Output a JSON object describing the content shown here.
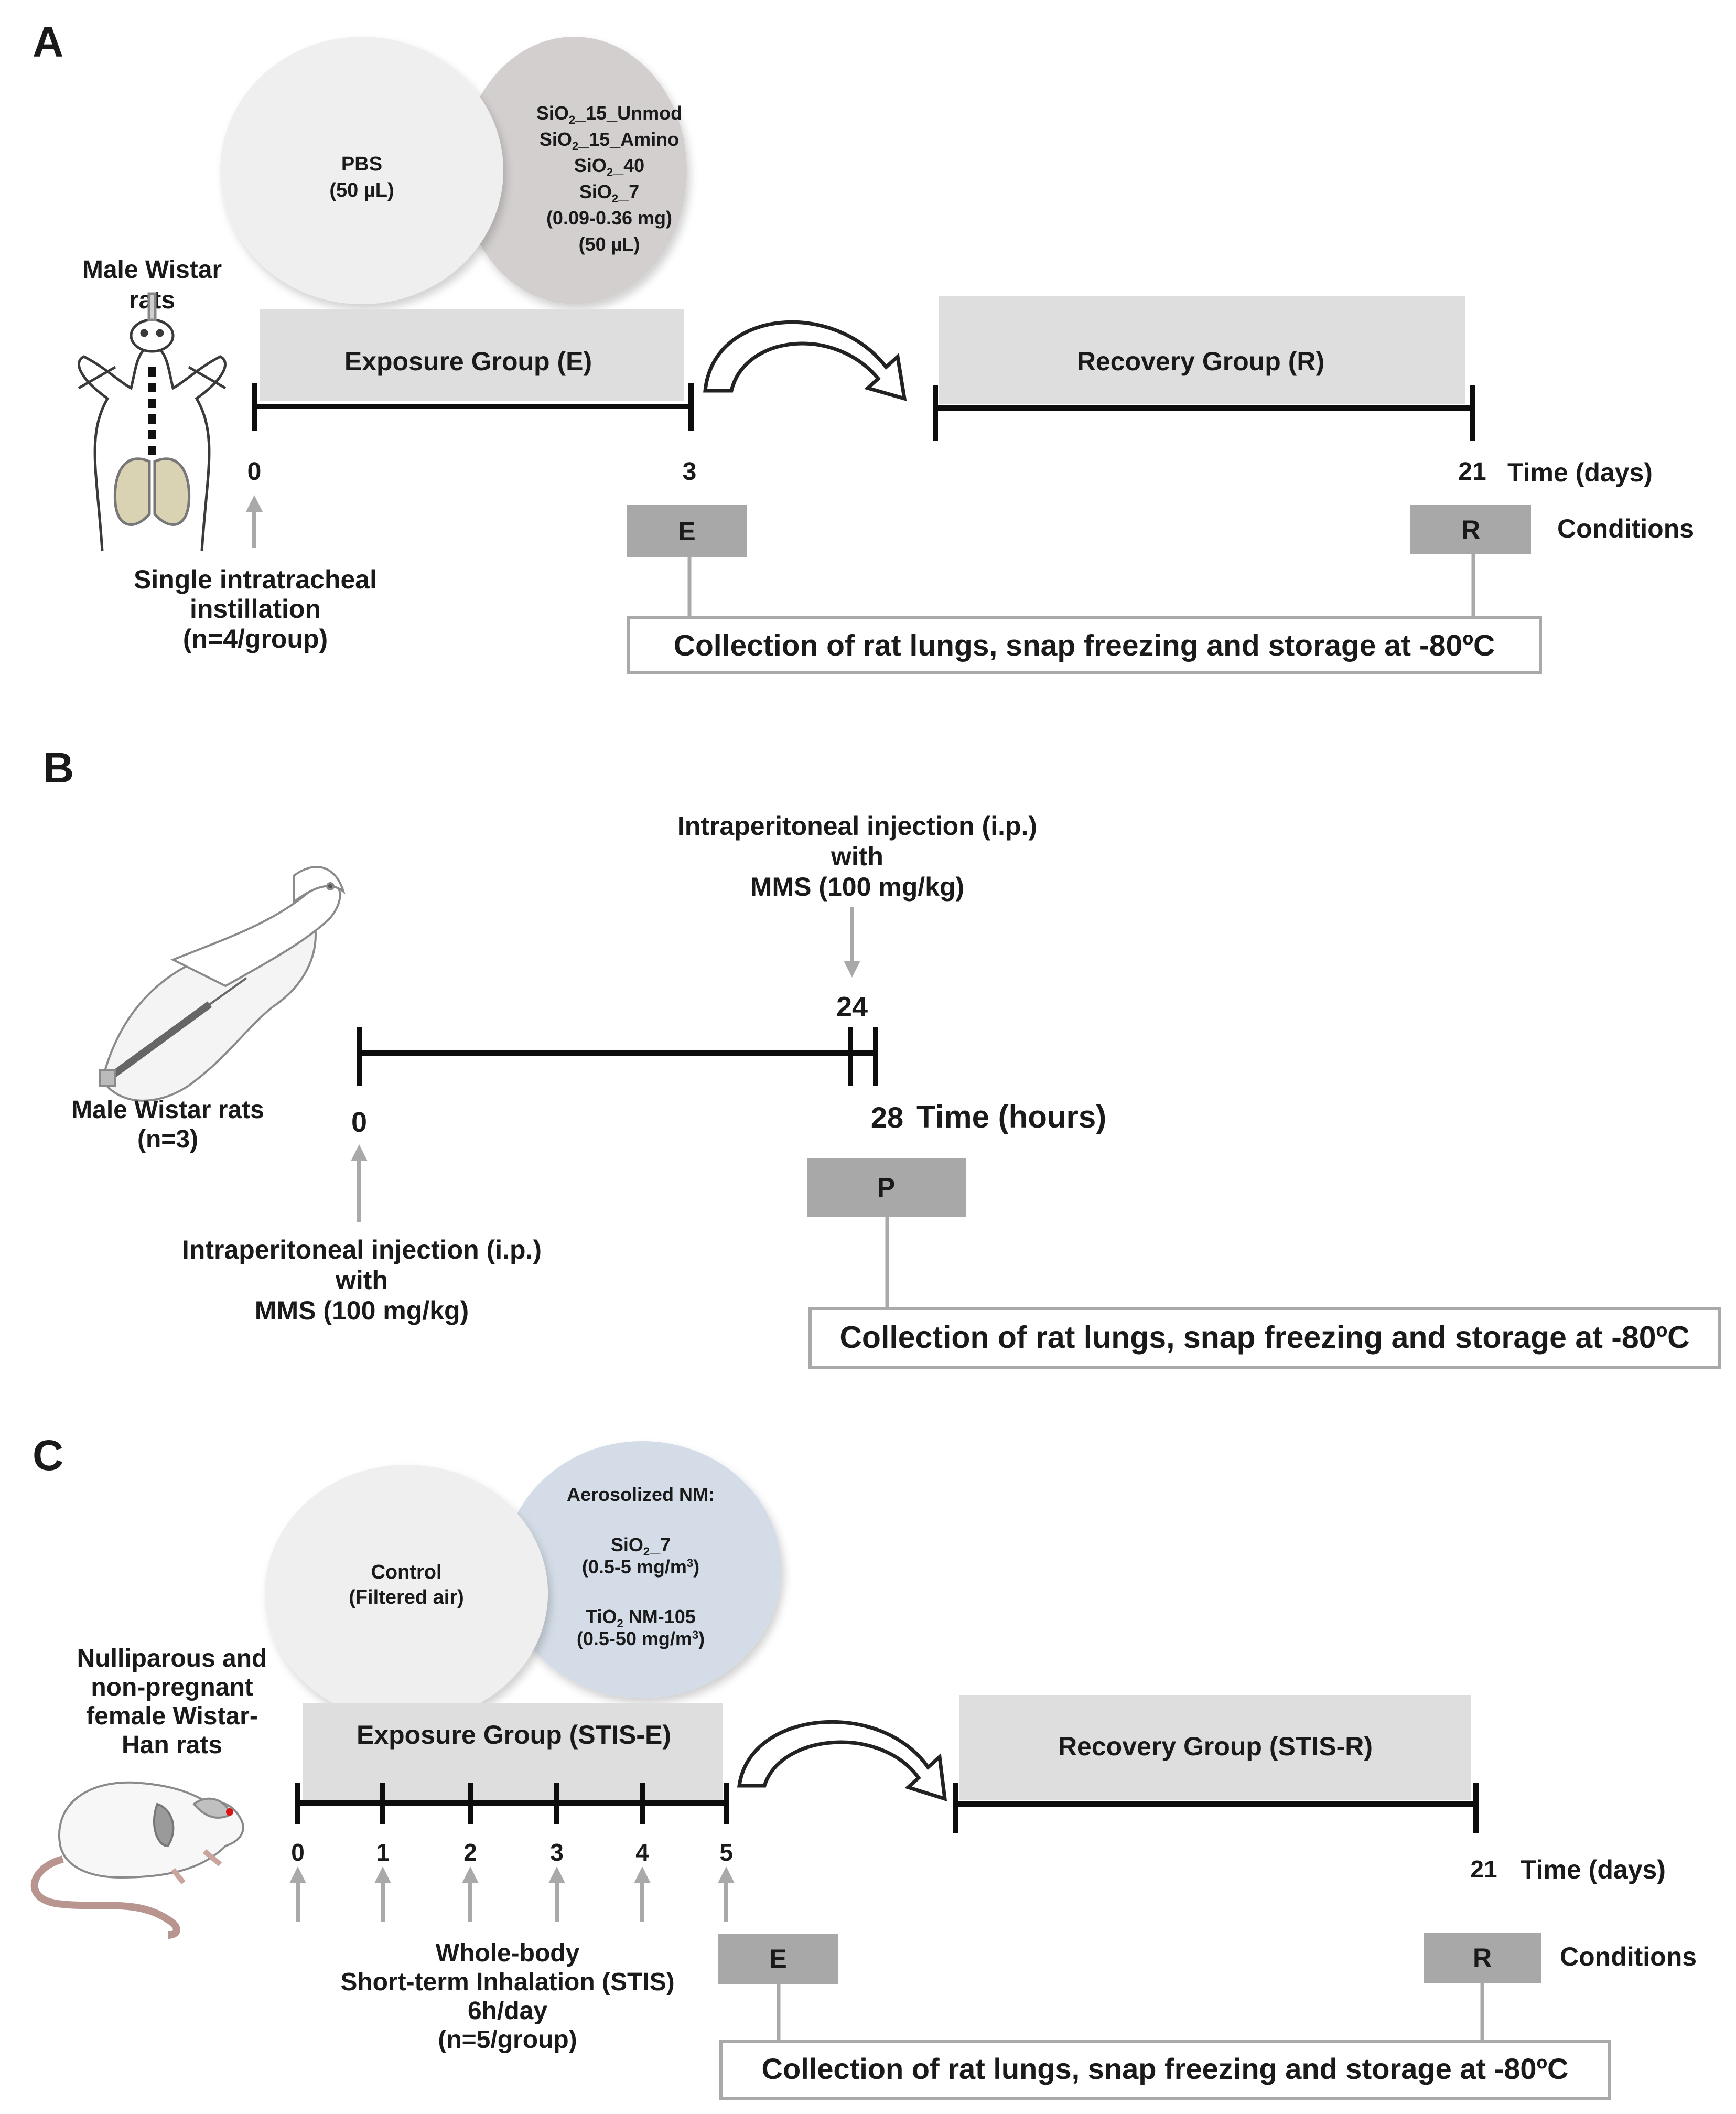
{
  "panel_a": {
    "label": "A",
    "pbs": {
      "line1": "PBS",
      "line2": "(50 µL)"
    },
    "materials": {
      "m1": "_15_Unmod",
      "m2": "_15_Amino",
      "m3": "_40",
      "m4": "_7",
      "dose": "(0.09-0.36 mg)",
      "volume": "(50 µL)"
    },
    "animal": {
      "line1": "Male Wistar",
      "line2": "rats"
    },
    "exposure_label": "Exposure Group (E)",
    "recovery_label": "Recovery Group (R)",
    "ticks": [
      "0",
      "3",
      "21"
    ],
    "time_label": "Time (days)",
    "conditions_label": "Conditions",
    "cond_e": "E",
    "cond_r": "R",
    "instillation": {
      "line1": "Single intratracheal",
      "line2": "instillation",
      "line3": "(n=4/group)"
    },
    "collection": "Collection of rat lungs, snap freezing and storage at -80ºC"
  },
  "panel_b": {
    "label": "B",
    "injection_top": {
      "line1": "Intraperitoneal injection (i.p.)",
      "line2": "with",
      "line3": "MMS (100 mg/kg)"
    },
    "tick_24": "24",
    "tick_0": "0",
    "tick_28": "28",
    "time_label": "Time (hours)",
    "animal": {
      "line1": "Male Wistar rats",
      "line2": "(n=3)"
    },
    "injection_bottom": {
      "line1": "Intraperitoneal injection (i.p.)",
      "line2": "with",
      "line3": "MMS (100 mg/kg)"
    },
    "cond_p": "P",
    "collection": "Collection of rat lungs, snap freezing and storage at -80ºC"
  },
  "panel_c": {
    "label": "C",
    "control": {
      "line1": "Control",
      "line2": "(Filtered air)"
    },
    "aerosol": {
      "title": "Aerosolized NM:",
      "sio2_suffix": "_7",
      "sio2_dose": "(0.5-5 mg/m",
      "tio2_suffix": " NM-105",
      "tio2_dose": "(0.5-50 mg/m",
      "dose_unit_close": ")"
    },
    "animal": {
      "line1": "Nulliparous and",
      "line2": "non-pregnant",
      "line3": "female Wistar-",
      "line4": "Han rats"
    },
    "exposure_label": "Exposure Group (STIS-E)",
    "recovery_label": "Recovery Group (STIS-R)",
    "ticks": [
      "0",
      "1",
      "2",
      "3",
      "4",
      "5"
    ],
    "tick_21": "21",
    "time_label": "Time (days)",
    "conditions_label": "Conditions",
    "cond_e": "E",
    "cond_r": "R",
    "inhalation": {
      "line1": "Whole-body",
      "line2": "Short-term Inhalation (STIS)",
      "line3": "6h/day",
      "line4": "(n=5/group)"
    },
    "collection": "Collection of rat lungs, snap freezing and storage at -80ºC"
  },
  "chem": {
    "si": "SiO",
    "ti": "TiO",
    "sub2": "2",
    "sup3": "3"
  },
  "colors": {
    "circle_light": "#efefef",
    "circle_grey": "#d3cfcf",
    "circle_blue": "#d4dde7",
    "group_box": "#dedede",
    "cond_box": "#a8a8a8",
    "arrow": "#a9a9a9",
    "timeline": "#0d0d0d"
  }
}
